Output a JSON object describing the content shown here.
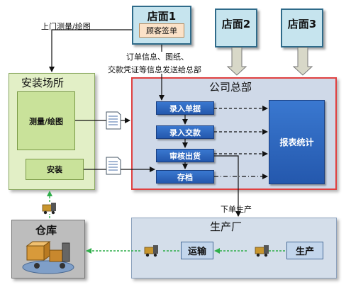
{
  "stores": {
    "store1": "店面1",
    "store1_sub": "顾客签单",
    "store2": "店面2",
    "store3": "店面3"
  },
  "labels": {
    "measure_onsite": "上门测量/绘图",
    "order_info_1": "订单信息、图纸、",
    "order_info_2": "交款凭证等信息发送给总部",
    "place_production": "下单生产"
  },
  "install_site": {
    "title": "安装场所",
    "measure": "测量/绘图",
    "install": "安装"
  },
  "hq": {
    "title": "公司总部",
    "steps": [
      "录入单据",
      "录入交款",
      "审核出货",
      "存档"
    ],
    "report": "报表统计"
  },
  "factory": {
    "title": "生产厂",
    "transport": "运输",
    "produce": "生产"
  },
  "warehouse": {
    "title": "仓库"
  },
  "colors": {
    "store_fill": "#c6e4ee",
    "hq_border": "#e04040",
    "step_blue": "#2f67c0",
    "install_green": "#c9e29a",
    "flow_green": "#2fae4a"
  }
}
